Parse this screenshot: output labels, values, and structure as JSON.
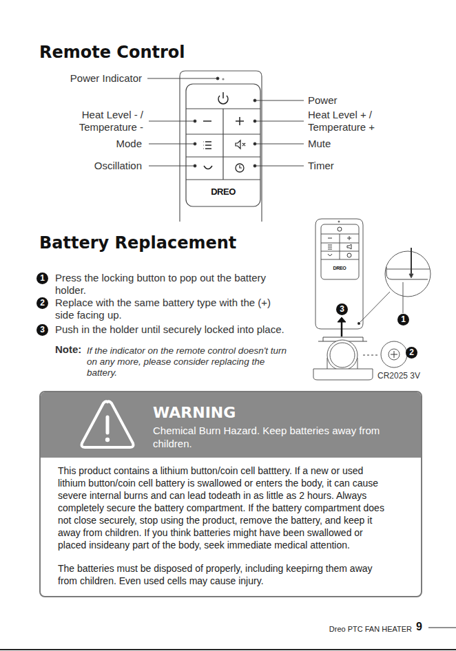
{
  "diagram": {
    "title": "Remote Control",
    "nodes": [
      {
        "text": [
          "This product contains a lithium button/coin cell batttery. If a new or used lithium button/coin cell battery is swallowed or enters the body, it can cause severe internal burns and can lead todeath in as little as 2 hours. Always completely secure the battery compartment. If the battery compartment does not close securely, stop using the product, remove the battery, and keep it away from children. If you think batteries might have been swallowed or placed insideany part of the body, seek immediate medical attention.",
          "The batteries must be disposed of properly, including keepirng them away from children. Even used cells may cause injury."
        ]
      },
      {
        "text": [
          "WARNING",
          "Chemical Burn Hazard. Keep batteries away from children."
        ],
        "in": 0
      }
    ],
    "labels": [
      "Power Indicator",
      "Heat Level - / Temperature -",
      "Mode",
      "Oscillation",
      "Power",
      "Heat Level + / Temperature +",
      "Mute",
      "Timer",
      "DREO",
      "Battery Replacement",
      "1",
      "Press the locking button to pop out the battery holder.",
      "2",
      "Replace with the same battery type with the (+) side facing up.",
      "3",
      "Push in the holder until securely locked into place.",
      "Note:",
      "If the indicator on the remote control doesn't turn on any more, please consider replacing the battery.",
      "DREO",
      "3",
      "1",
      "2",
      "CR2025 3V",
      "Dreo PTC FAN HEATER",
      "9"
    ]
  }
}
